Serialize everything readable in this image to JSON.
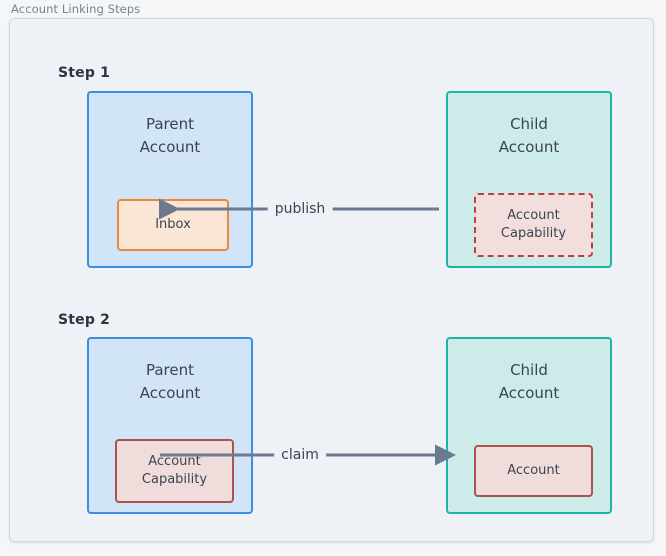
{
  "figure": {
    "title": "Account Linking Steps"
  },
  "steps": [
    {
      "label": "Step 1",
      "parent": {
        "title": "Parent\nAccount",
        "chip": "Inbox"
      },
      "child": {
        "title": "Child\nAccount",
        "chip": "Account\nCapability"
      },
      "arrow": {
        "label": "publish",
        "direction": "left"
      }
    },
    {
      "label": "Step 2",
      "parent": {
        "title": "Parent\nAccount",
        "chip": "Account\nCapability"
      },
      "child": {
        "title": "Child\nAccount",
        "chip": "Account"
      },
      "arrow": {
        "label": "claim",
        "direction": "right"
      }
    }
  ],
  "colors": {
    "parent_fill": "#d2e4f7",
    "parent_border": "#3b8ee0",
    "child_fill": "#cdece9",
    "child_border": "#20b2a6",
    "inbox_fill": "#fbe5d4",
    "inbox_border": "#e8883a",
    "capability_fill": "#f3dede",
    "capability_border": "#b8433c",
    "account_border": "#a9544f",
    "arrow": "#6b7a8f",
    "canvas": "#eef1f5",
    "title_text": "#7a8394"
  }
}
